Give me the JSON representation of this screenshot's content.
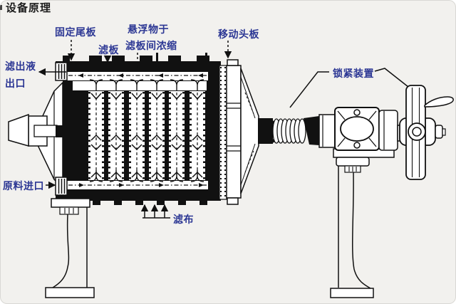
{
  "title": "设备原理",
  "labels": {
    "fixed_tail_plate": "固定尾板",
    "filter_plate": "滤板",
    "suspension_1": "悬浮物于",
    "suspension_2": "滤板间浓缩",
    "moving_head_plate": "移动头板",
    "locking_device": "锁紧装置",
    "filtrate_outlet_1": "滤出液",
    "filtrate_outlet_2": "出口",
    "feed_inlet": "原料进口",
    "filter_cloth": "滤布"
  },
  "colors": {
    "label": "#2c3794",
    "title": "#1c1c1c",
    "ink": "#111111",
    "background": "#f2f1ee"
  },
  "plate_count": 6
}
